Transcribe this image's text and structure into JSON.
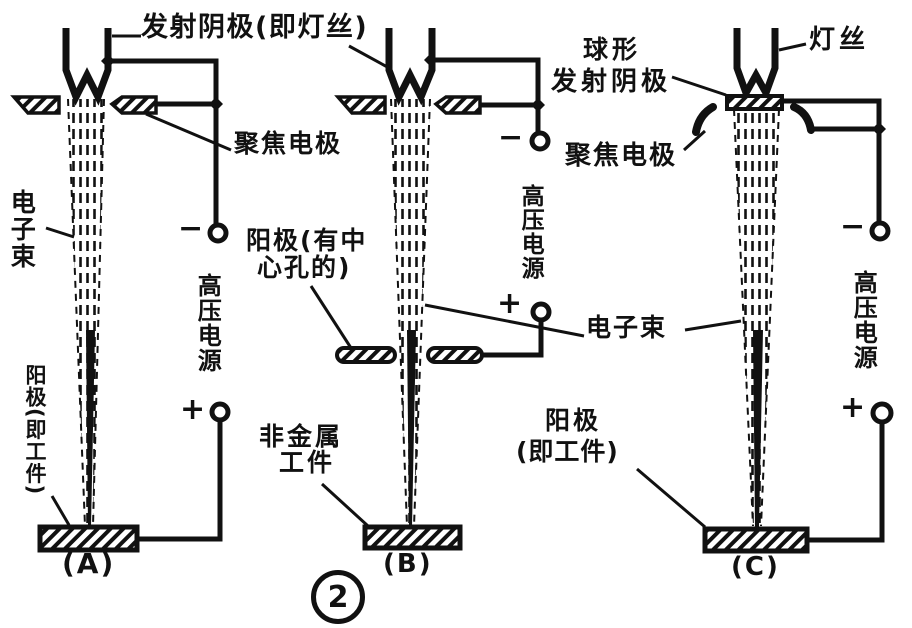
{
  "colors": {
    "ink": "#111111",
    "paper": "#ffffff"
  },
  "figure_number": "2",
  "shared": {
    "top_label": "发射阴极(即灯丝)"
  },
  "panel_a": {
    "caption": "(A)",
    "focusing_electrode": "聚焦电极",
    "electron_beam": "电子束",
    "hv_supply": "高压电源",
    "anode_workpiece": "阳极(即工件)",
    "minus": "−",
    "plus": "+"
  },
  "panel_b": {
    "caption": "(B)",
    "hv_supply": "高压电源",
    "anode_center_hole": [
      "阳极(有中",
      "心孔的)"
    ],
    "nonmetal_workpiece": [
      "非金属",
      "工件"
    ],
    "minus": "−",
    "plus": "+"
  },
  "panel_c": {
    "caption": "(C)",
    "filament": "灯丝",
    "spherical_cathode": [
      "球形",
      "发射阴极"
    ],
    "focusing_electrode": "聚焦电极",
    "electron_beam": "电子束",
    "hv_supply": "高压电源",
    "anode_workpiece": [
      "阳极",
      "(即工件)"
    ],
    "minus": "−",
    "plus": "+"
  }
}
